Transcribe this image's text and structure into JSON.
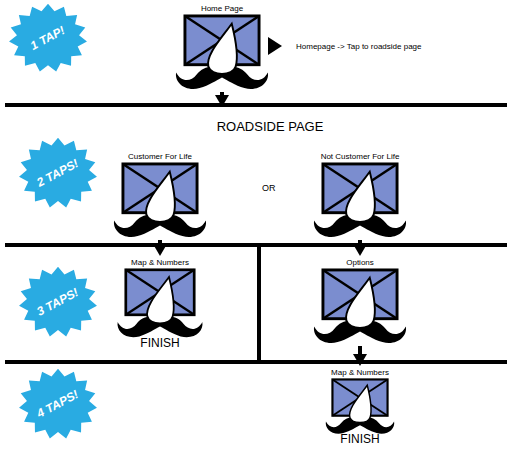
{
  "diagram": {
    "nodes": [
      {
        "text": [
          "1 TAP!"
        ]
      },
      {
        "text": [
          "Home Page"
        ]
      },
      {
        "text": [
          "ROADSIDE PAGE"
        ]
      },
      {
        "text": [
          "2 TAPS!"
        ]
      },
      {
        "text": [
          "Customer For Life"
        ]
      },
      {
        "text": [
          "Not Customer For Life"
        ]
      },
      {
        "text": [
          "3 TAPS!"
        ]
      },
      {
        "text": [
          "Map & Numbers",
          "FINISH"
        ]
      },
      {
        "text": [
          "Options"
        ]
      },
      {
        "text": [
          "4 TAPS!"
        ]
      },
      {
        "text": [
          "Map & Numbers",
          "FINISH"
        ]
      }
    ],
    "edges": [
      {
        "from": 1,
        "to": 2,
        "arrow": "to"
      },
      {
        "from": 4,
        "to": 7,
        "arrow": "to"
      },
      {
        "from": 5,
        "to": 8,
        "arrow": "to"
      },
      {
        "from": 8,
        "to": 10,
        "arrow": "to"
      }
    ],
    "labels": [
      "Homepage -> Tap to roadside page",
      "OR"
    ]
  }
}
